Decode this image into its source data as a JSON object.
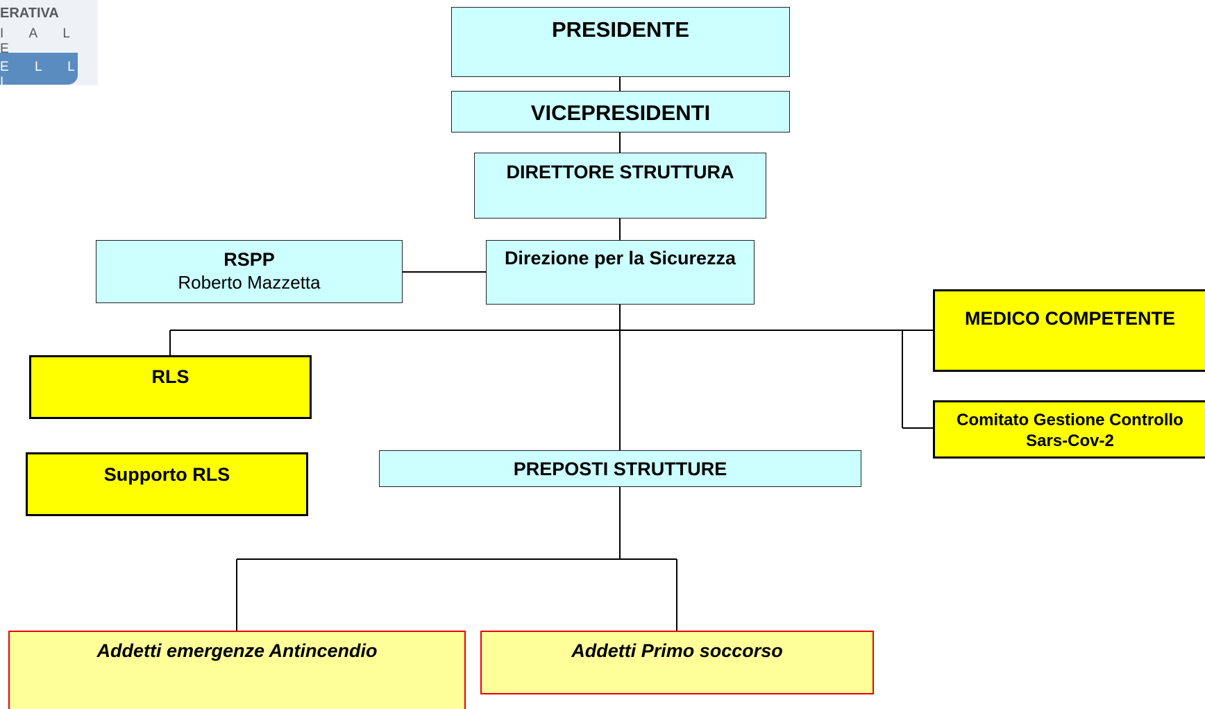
{
  "logo": {
    "line1": "ERATIVA",
    "line2": "I A L E",
    "line3": "E L L I"
  },
  "boxes": {
    "presidente": "PRESIDENTE",
    "vicepresidenti": "VICEPRESIDENTI",
    "direttore": "DIRETTORE STRUTTURA",
    "direzione": "Direzione per la Sicurezza",
    "rspp_title": "RSPP",
    "rspp_name": "Roberto Mazzetta",
    "medico": "MEDICO COMPETENTE",
    "comitato_line1": "Comitato Gestione Controllo",
    "comitato_line2": "Sars-Cov-2",
    "rls": "RLS",
    "supporto_rls": "Supporto RLS",
    "preposti": "PREPOSTI STRUTTURE",
    "antincendio": "Addetti emergenze Antincendio",
    "primo_soccorso": "Addetti Primo soccorso"
  },
  "colors": {
    "cyan_fill": "#ccffff",
    "yellow_fill": "#ffff00",
    "light_yellow_fill": "#ffff99",
    "red_border": "#ee0000",
    "logo_blue": "#5b8cc0"
  }
}
